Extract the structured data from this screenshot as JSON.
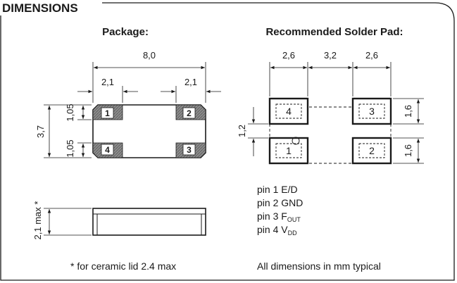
{
  "header": {
    "title": "DIMENSIONS"
  },
  "package": {
    "heading": "Package:",
    "dims": {
      "length": "8,0",
      "pad_left": "2,1",
      "pad_right": "2,1",
      "height": "3,7",
      "pad_top": "1,05",
      "pad_bottom": "1,05",
      "side_height": "2,1 max *"
    },
    "pins": [
      "1",
      "2",
      "3",
      "4"
    ],
    "footnote": "* for ceramic lid 2.4 max"
  },
  "solder_pad": {
    "heading": "Recommended Solder Pad:",
    "dims": {
      "pad_width_left": "2,6",
      "gap": "3,2",
      "pad_width_right": "2,6",
      "pad_height_top": "1,6",
      "pad_height_bottom": "1,6",
      "spacing": "1,2"
    },
    "pads": [
      "4",
      "3",
      "1",
      "2"
    ]
  },
  "pin_list": [
    {
      "prefix": "pin 1 ",
      "name": "E/D",
      "sub": ""
    },
    {
      "prefix": "pin 2 ",
      "name": "GND",
      "sub": ""
    },
    {
      "prefix": "pin 3 ",
      "name": "F",
      "sub": "OUT"
    },
    {
      "prefix": "pin 4 ",
      "name": "V",
      "sub": "DD"
    }
  ],
  "note": "All dimensions in mm typical",
  "colors": {
    "line": "#1a1a1a",
    "pad_fill": "#9a9a9a"
  }
}
